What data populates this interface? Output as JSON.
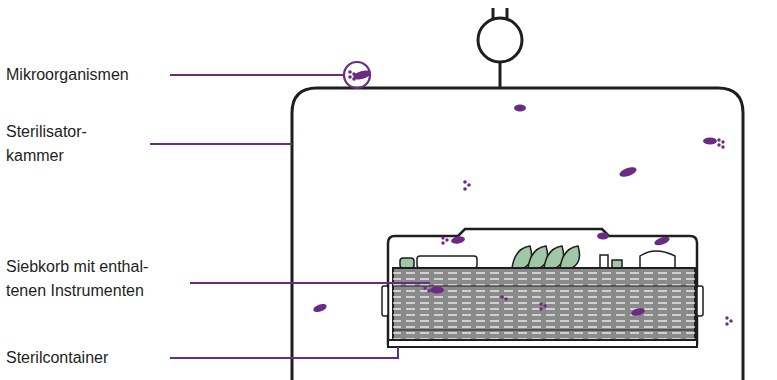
{
  "diagram": {
    "labels": [
      "Mikroorganismen",
      "Sterilisator- kammer",
      "Siebkorb mit enthal- tenen Instrumenten",
      "Sterilcontainer"
    ]
  }
}
